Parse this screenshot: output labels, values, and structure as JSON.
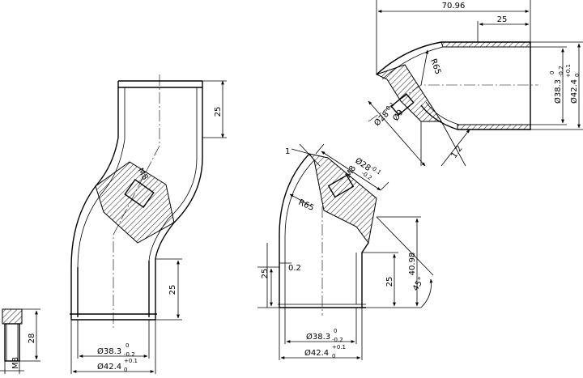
{
  "drawing": {
    "labels": {
      "m8_body": "M8",
      "dim_25_left_top": "25",
      "dim_25_left_bottom": "25",
      "dia_inner_left": "Ø38.3",
      "dia_inner_left_tol_top": "0",
      "dia_inner_left_tol_bottom": "-0.2",
      "dia_outer_left": "Ø42.4",
      "dia_outer_left_tol_top": "+0.1",
      "dia_outer_left_tol_bottom": "0",
      "bolt_m8": "M8",
      "bolt_28": "28",
      "mid_1": "1",
      "mid_m8": "M8",
      "mid_dia_28": "Ø28",
      "mid_dia_28_tol_top": "-0.1",
      "mid_dia_28_tol_bottom": "-0.2",
      "mid_r65": "R65",
      "mid_25_small": "25",
      "mid_02": "0.2",
      "mid_25_right": "25",
      "mid_4098": "40.98",
      "mid_45": "45°",
      "mid_dia_inner": "Ø38.3",
      "mid_dia_inner_tol_top": "0",
      "mid_dia_inner_tol_bottom": "-0.2",
      "mid_dia_outer": "Ø42.4",
      "mid_dia_outer_tol_top": "+0.1",
      "mid_dia_outer_tol_bottom": "0",
      "tr_7096": "70.96",
      "tr_25": "25",
      "tr_r65": "R65",
      "tr_9": "Ø9",
      "tr_dia_28": "Ø28",
      "tr_dia_28_tol": "-0.1",
      "tr_12": "1.2",
      "tr_dia_inner": "Ø38.3",
      "tr_dia_inner_tol_top": "0",
      "tr_dia_inner_tol_bottom": "-0.2",
      "tr_dia_outer": "Ø42.4",
      "tr_dia_outer_tol_top": "+0.1",
      "tr_dia_outer_tol_bottom": "0"
    }
  }
}
